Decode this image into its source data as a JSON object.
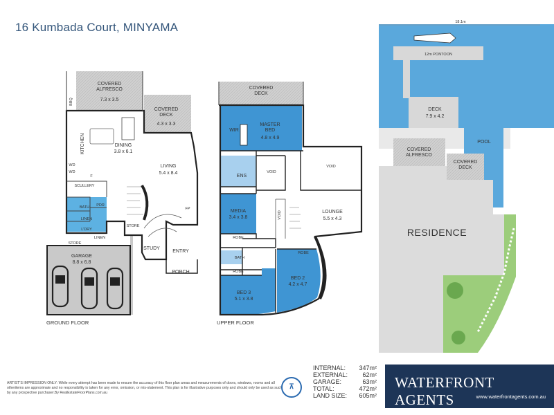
{
  "title": "16 Kumbada Court, MINYAMA",
  "ground_floor": {
    "label": "GROUND FLOOR",
    "rooms": {
      "covered_alfresco": {
        "name": "COVERED\nALFRESCO",
        "dims": "7.3 x 3.5"
      },
      "covered_deck": {
        "name": "COVERED\nDECK",
        "dims": "4.3 x 3.3"
      },
      "bbq": "BBQ",
      "kitchen": "KITCHEN",
      "dining": {
        "name": "DINING",
        "dims": "3.8 x 6.1"
      },
      "living": {
        "name": "LIVING",
        "dims": "5.4 x 8.4"
      },
      "wd1": "WD",
      "wd2": "WD",
      "scullery": "SCULLERY",
      "fridge": "F",
      "pdr": "PDR",
      "bath": "BATH",
      "linen1": "LINEN",
      "ldry": "L'DRY",
      "linen2": "LINEN",
      "store1": "STORE",
      "store2": "STORE",
      "fp": "FP",
      "study": "STUDY",
      "entry": "ENTRY",
      "porch": "PORCH",
      "garage": {
        "name": "GARAGE",
        "dims": "8.8 x 6.8"
      }
    }
  },
  "upper_floor": {
    "label": "UPPER FLOOR",
    "rooms": {
      "covered_deck": {
        "name": "COVERED\nDECK"
      },
      "wir": "WIR",
      "master_bed": {
        "name": "MASTER\nBED",
        "dims": "4.8 x 4.9"
      },
      "ens": "ENS",
      "void1": "VOID",
      "void2": "VOID",
      "void3": "VOID",
      "media": {
        "name": "MEDIA",
        "dims": "3.4 x 3.8"
      },
      "lounge": {
        "name": "LOUNGE",
        "dims": "5.5 x 4.3"
      },
      "robe1": "ROBE",
      "robe2": "ROBE",
      "robe3": "ROBE",
      "bath": "BATH",
      "bed2": {
        "name": "BED 2",
        "dims": "4.2 x 4.7"
      },
      "bed3": {
        "name": "BED 3",
        "dims": "5.1 x 3.8"
      }
    }
  },
  "site": {
    "width_label": "18.1m",
    "pontoon": "12m PONTOON",
    "deck": {
      "name": "DECK",
      "dims": "7.9 x 4.2"
    },
    "pool": "POOL",
    "covered_alfresco": "COVERED\nALFRESCO",
    "covered_deck": "COVERED\nDECK",
    "residence": "RESIDENCE"
  },
  "disclaimer": "ARTIST'S IMPRESSION ONLY: While every attempt has been made to ensure the accuracy of this floor plan areas and measurements of  doors, windows, rooms and all otheritems are approximate and no responsibility is taken for any error, omission, or mis-statement. This plan is for illustrative purposes only and should only be used as such by any prospective purchaser.By RealEstateFloorPlans.com.au",
  "stats": [
    {
      "label": "INTERNAL:",
      "value": "347m²"
    },
    {
      "label": "EXTERNAL:",
      "value": "62m²"
    },
    {
      "label": "GARAGE:",
      "value": "63m²"
    },
    {
      "label": "TOTAL:",
      "value": "472m²"
    },
    {
      "label": "LAND SIZE:",
      "value": "605m²"
    }
  ],
  "brand": {
    "name": "WATERFRONT AGENTS",
    "url": "www.waterfrontagents.com.au"
  },
  "colors": {
    "water": "#5aa8dc",
    "room_blue": "#3f95d3",
    "covered": "#c4c4c4",
    "lawn": "#9ccd7b",
    "brand": "#1d3557"
  }
}
